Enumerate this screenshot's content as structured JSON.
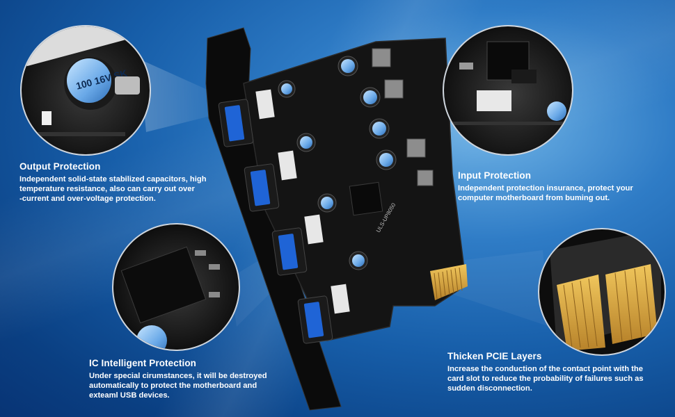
{
  "features": {
    "output": {
      "title": "Output Protection",
      "line1": "Independent solid-state stabilized capacitors, high",
      "line2": "temperature resistance, also can carry out over",
      "line3": "-current and over-voltage protection."
    },
    "input": {
      "title": "Input Protection",
      "line1": "Independent protection insurance, protect your",
      "line2": "computer motherboard from buming out."
    },
    "ic": {
      "title": "IC Intelligent Protection",
      "line1": "Under special cirumstances, it will be destroyed",
      "line2": "automatically to protect the motherboard and",
      "line3": "exteaml USB devices."
    },
    "pcie": {
      "title": "Thicken PCIE Layers",
      "line1": "Increase the conduction of the contact point with the",
      "line2": "card slot to reduce the probability of failures such as",
      "line3": "sudden disconnection."
    }
  },
  "board_markings": {
    "model": "ULS-UP8050",
    "cap_text": "100 16V SK"
  },
  "colors": {
    "bg_dark": "#0a3f82",
    "bg_light": "#6fb3e6",
    "usb_blue": "#1f64d6",
    "pcb": "#141414",
    "gold": "#d9a441"
  }
}
